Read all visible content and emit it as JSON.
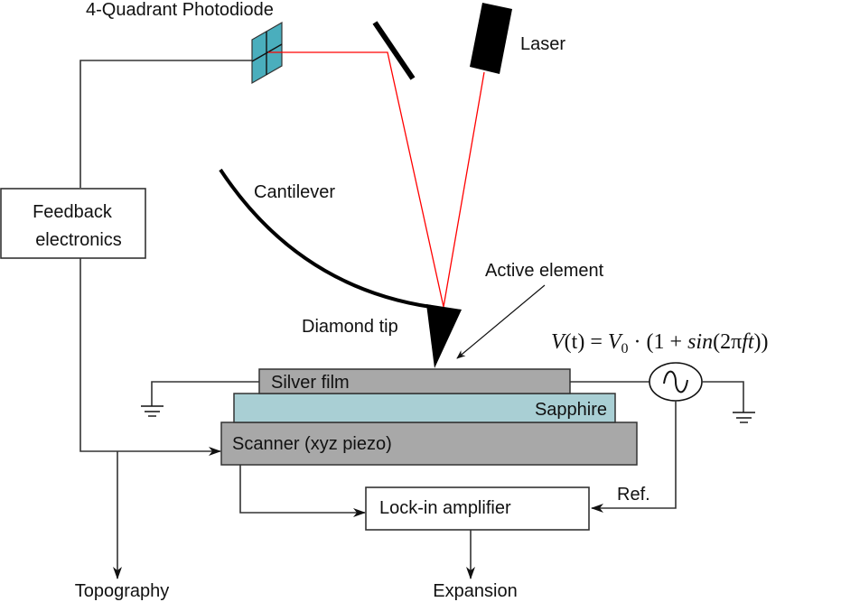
{
  "title": "AFM-based thermal expansion measurement setup",
  "colors": {
    "laser_beam": "#ff0000",
    "photodiode": "#4aaebd",
    "silver_film": "#a8a8a8",
    "sapphire": "#a9cfd4",
    "scanner": "#a8a8a8",
    "wire": "#333333",
    "solid": "#000000"
  },
  "labels": {
    "photodiode": "4-Quadrant Photodiode",
    "laser": "Laser",
    "cantilever": "Cantilever",
    "feedback_line1": "Feedback",
    "feedback_line2": "electronics",
    "active_element": "Active element",
    "diamond_tip": "Diamond tip",
    "silver_film": "Silver film",
    "sapphire": "Sapphire",
    "scanner": "Scanner (xyz piezo)",
    "lockin": "Lock-in amplifier",
    "ref": "Ref.",
    "topography": "Topography",
    "expansion": "Expansion"
  },
  "equation": {
    "full_text": "V(t) = V0 · (1 + sin(2πft))",
    "lhs": "V",
    "lhs_arg": "(t)",
    "equals": " = ",
    "v": "V",
    "sub": "0",
    "dot": " · (1 + ",
    "fn": "sin",
    "arg_open": "(2π",
    "arg_var": "ft",
    "close": "))"
  },
  "icons": {
    "ac_source": "ac-source-icon",
    "ground": "ground-icon"
  }
}
